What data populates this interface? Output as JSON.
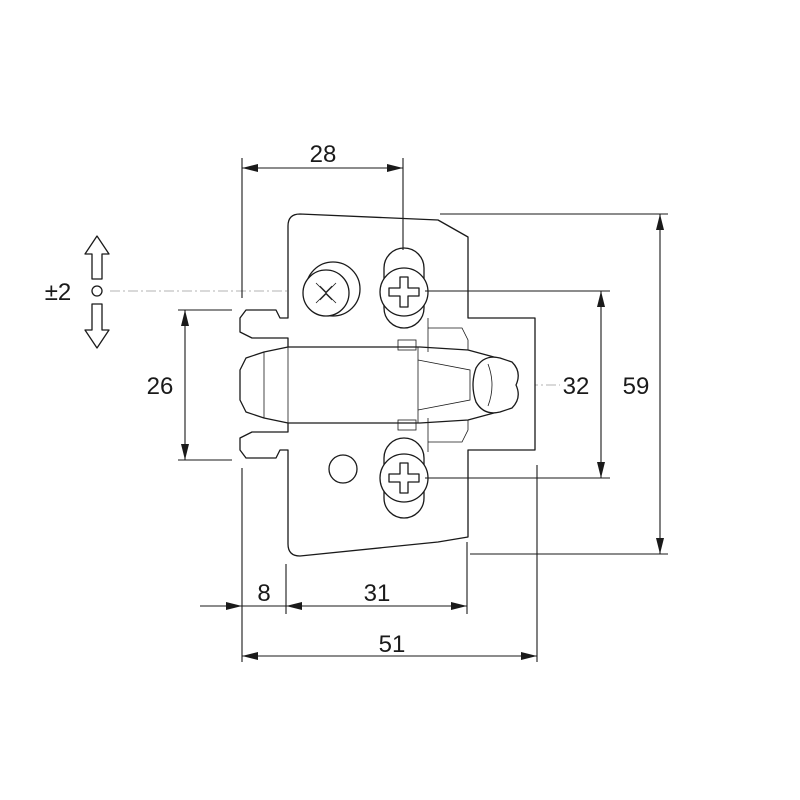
{
  "diagram": {
    "dimensions": {
      "top_width": "28",
      "adjust_range": "±2",
      "left_height": "26",
      "inner_height": "32",
      "total_height": "59",
      "offset_small": "8",
      "offset_mid": "31",
      "total_width": "51"
    },
    "colors": {
      "line": "#1a1a1a",
      "centerline": "#9a9a9a",
      "background": "#ffffff"
    },
    "icons": [
      "screw-pozidriv-icon",
      "screw-phillips-icon",
      "adjust-arrows-icon"
    ]
  }
}
